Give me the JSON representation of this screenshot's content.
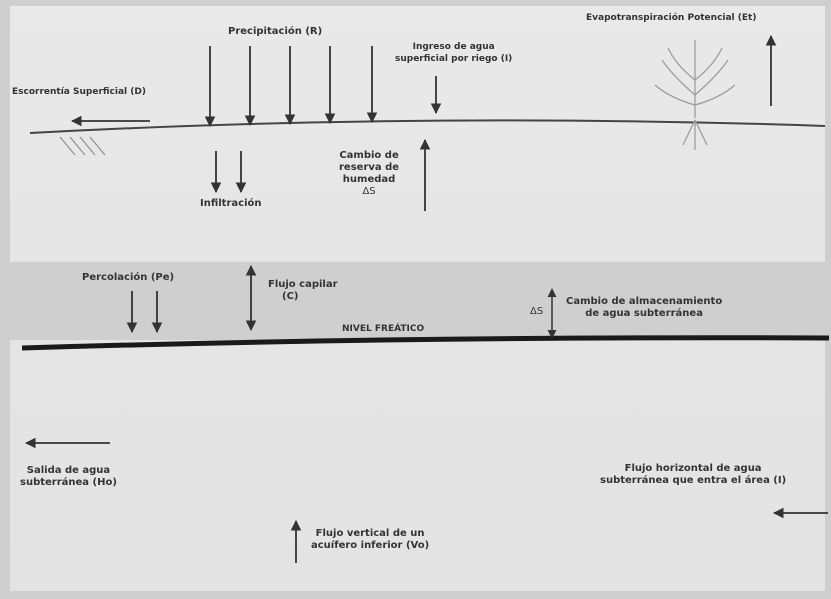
{
  "labels": {
    "precipitacion": "Precipitación (R)",
    "ingreso_riego": [
      "Ingreso de agua",
      "superficial por riego (I)"
    ],
    "evapotranspiracion": "Evapotranspiración Potencial (Et)",
    "escorrentia": "Escorrentía Superficial (D)",
    "infiltracion": "Infiltración",
    "cambio_reserva": [
      "Cambio de",
      "reserva de",
      "humedad",
      "ΔS"
    ],
    "percolacion": "Percolación (Pe)",
    "flujo_capilar": [
      "Flujo capilar",
      "(C)"
    ],
    "delta_s": "ΔS",
    "cambio_almacenamiento": [
      "Cambio de almacenamiento",
      "de agua subterránea"
    ],
    "nivel_freatico": "NIVEL FREÁTICO",
    "salida_agua": [
      "Salida de agua",
      "subterránea (Ho)"
    ],
    "flujo_horizontal": [
      "Flujo horizontal de agua",
      "subterránea que entra el área (I)"
    ],
    "flujo_vertical": [
      "Flujo vertical de un",
      "acuífero inferior (Vo)"
    ]
  },
  "colors": {
    "ink": "#333333",
    "water_table": "#1a1a1a",
    "band": "#cfcfcf"
  }
}
